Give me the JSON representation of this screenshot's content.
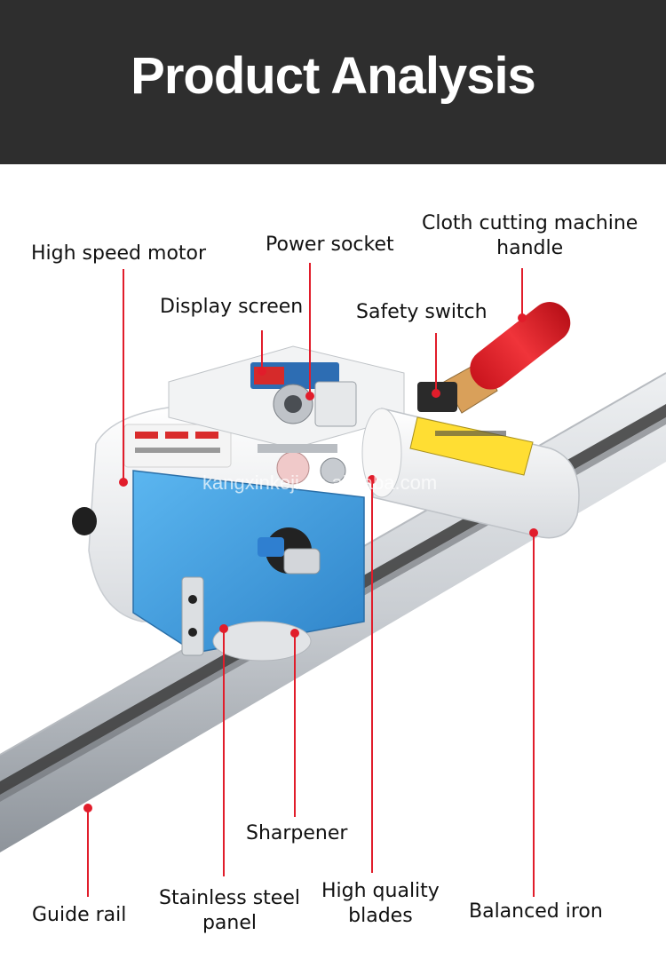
{
  "title": "Product Analysis",
  "watermark": "kangxinkeji.en.alibaba.com",
  "labels": {
    "motor": "High speed motor",
    "power": "Power socket",
    "handle": "Cloth cutting machine\nhandle",
    "display": "Display screen",
    "safety": "Safety switch",
    "sharpener": "Sharpener",
    "guide": "Guide rail",
    "panel": "Stainless steel\npanel",
    "blades": "High quality\nblades",
    "iron": "Balanced iron"
  },
  "colors": {
    "header": "#2e2e2e",
    "leader": "#e11d2b",
    "panel_blue": "#3d9be0",
    "handle_red": "#e5232b",
    "rail": "#c9cdd2"
  },
  "icons": [
    "machine-illustration",
    "guide-rail-illustration"
  ]
}
